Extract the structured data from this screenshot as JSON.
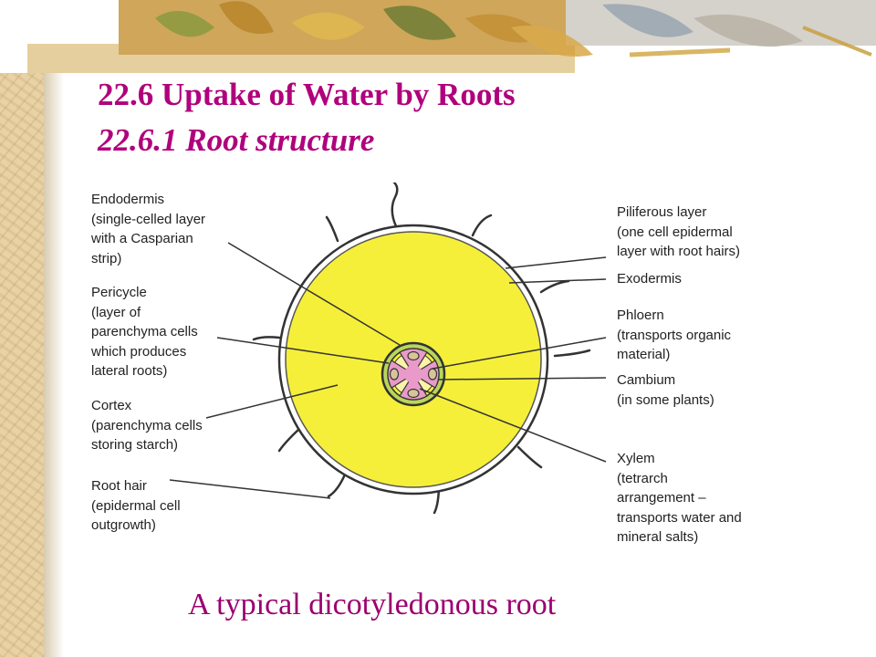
{
  "slide": {
    "title": "22.6 Uptake of Water by Roots",
    "subtitle": "22.6.1 Root structure",
    "caption": "A typical dicotyledonous root"
  },
  "diagram": {
    "labels_left": [
      {
        "id": "endodermis",
        "text": "Endodermis\n(single-celled layer\nwith a Casparian\nstrip)"
      },
      {
        "id": "pericycle",
        "text": "Pericycle\n(layer of\nparenchyma cells\nwhich produces\nlateral roots)"
      },
      {
        "id": "cortex",
        "text": "Cortex\n(parenchyma cells\nstoring starch)"
      },
      {
        "id": "root-hair",
        "text": "Root hair\n(epidermal cell\noutgrowth)"
      }
    ],
    "labels_right": [
      {
        "id": "piliferous",
        "text": "Piliferous layer\n(one cell epidermal\nlayer with root hairs)"
      },
      {
        "id": "exodermis",
        "text": "Exodermis"
      },
      {
        "id": "phloem",
        "text": "Phloern\n(transports organic\nmaterial)"
      },
      {
        "id": "cambium",
        "text": "Cambium\n(in some plants)"
      },
      {
        "id": "xylem",
        "text": "Xylem\n(tetrarch\narrangement –\ntransports water and\nmineral salts)"
      }
    ]
  },
  "colors": {
    "title": "#b0007c",
    "caption": "#9a0070",
    "cortex": "#f5ef3a",
    "xylem": "#e99ac9",
    "phloem": "#d9c49a"
  }
}
